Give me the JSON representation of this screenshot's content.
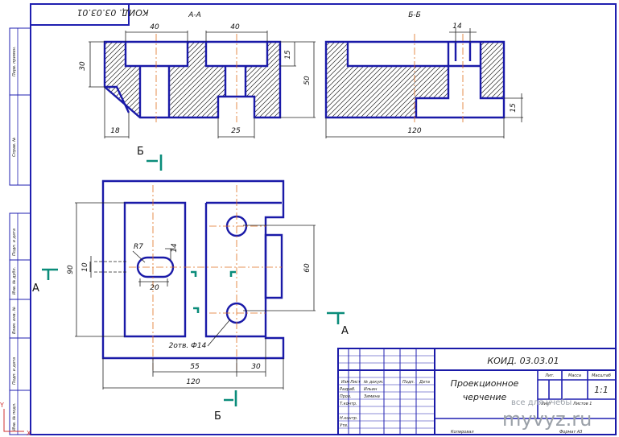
{
  "stamp_code": "КОИД. 03.03.01",
  "sections": {
    "aa": "А-А",
    "bb": "Б-Б"
  },
  "dims": {
    "aa_40_left": "40",
    "aa_40_right": "40",
    "aa_30": "30",
    "aa_15": "15",
    "aa_50": "50",
    "aa_18": "18",
    "aa_25": "25",
    "bb_14": "14",
    "bb_120": "120",
    "bb_15": "15",
    "plan_90": "90",
    "plan_10": "10",
    "plan_r7": "R7",
    "plan_14": "14",
    "plan_20": "20",
    "plan_60": "60",
    "plan_holes": "2отв. Ф14",
    "plan_55": "55",
    "plan_30": "30",
    "plan_120": "120"
  },
  "cut_marks": {
    "b_top": "Б",
    "b_bottom": "Б",
    "a_left": "А",
    "a_right": "А"
  },
  "title_block": {
    "code": "КОИД. 03.03.01",
    "name_line1": "Проекционное",
    "name_line2": "черчение",
    "col_lit": "Лит.",
    "col_mass": "Масса",
    "col_scale": "Масштаб",
    "scale": "1:1",
    "row_izm": "Изм",
    "row_list": "Лист",
    "row_doc": "№ докум.",
    "row_sign": "Подп.",
    "row_date": "Дата",
    "row_razrab": "Разраб.",
    "razrab_name": "Ильин",
    "row_prov": "Пров.",
    "prov_name": "Зимина",
    "row_tkontr": "Т.контр.",
    "row_nkontr": "Н.контр.",
    "row_utv": "Утв.",
    "sheet_label": "Лист",
    "sheets_label": "Листов 1",
    "copied": "Копировал",
    "format": "Формат А3"
  },
  "side_strip": {
    "perv_primen": "Перв. примен.",
    "sprav": "Справ. №",
    "podp_data_1": "Подп. и дата",
    "inv_dubl": "Инв. № дубл.",
    "vzam_inv": "Взам. инв. №",
    "podp_data_2": "Подп. и дата",
    "inv_podl": "Инв. № подл."
  },
  "watermark": {
    "line1": "все для учебы",
    "site": "myvyz.ru"
  }
}
